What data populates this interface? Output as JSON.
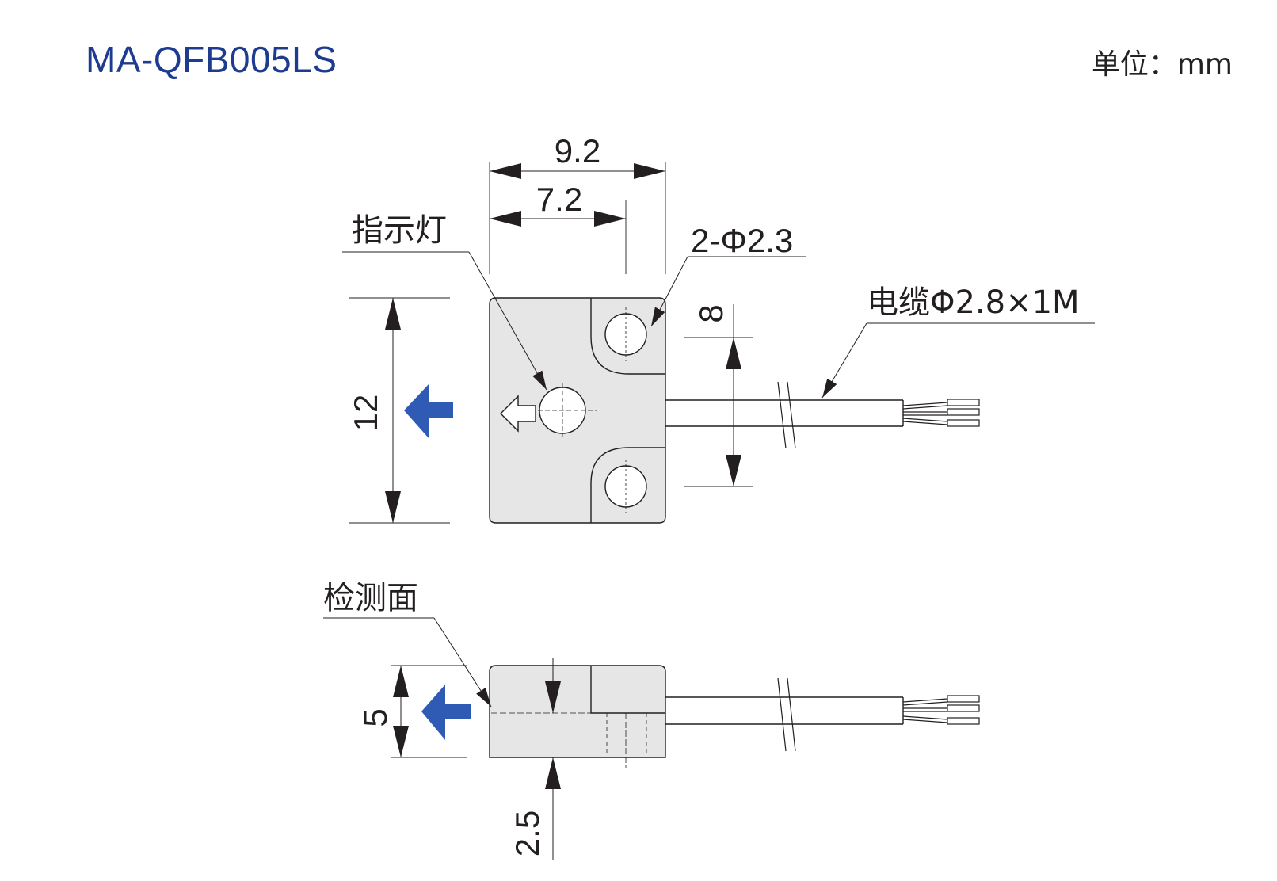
{
  "header": {
    "model": "MA-QFB005LS",
    "unit": "单位：mm"
  },
  "labels": {
    "indicator": "指示灯",
    "mount_holes": "2-Φ2.3",
    "cable": "电缆Φ2.8×1M",
    "sensing_face": "检测面"
  },
  "dimensions": {
    "overall_width": "9.2",
    "hole_spacing_x": "7.2",
    "height": "12",
    "hole_pitch": "8",
    "thickness": "5",
    "sensing_depth": "2.5"
  },
  "colors": {
    "title": "#1d3c8f",
    "arrow": "#2f5bb5",
    "body_fill": "#e6e6e6",
    "line": "#231f20"
  },
  "icons": {
    "direction_arrow": "arrow-left-icon",
    "indicator_arrow": "arrow-left-outline-icon"
  }
}
